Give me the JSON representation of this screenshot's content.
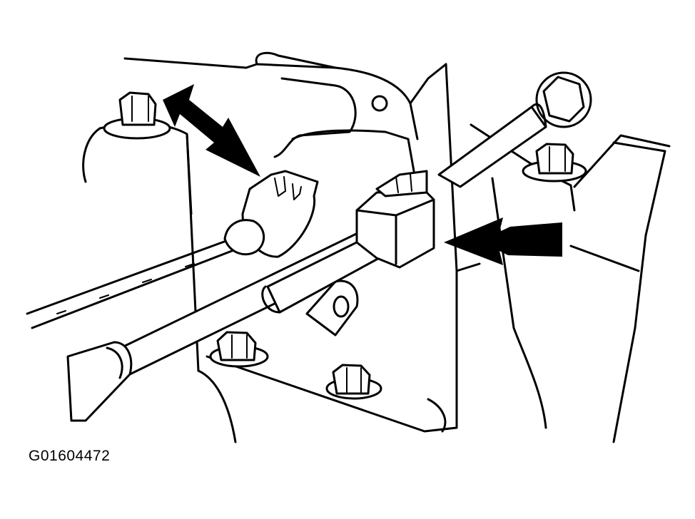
{
  "figure_id": "G01604472",
  "colors": {
    "line": "#000000",
    "background": "#ffffff"
  },
  "callouts": [
    "arrow-pointing-to-cable-end-retainer",
    "arrow-pointing-to-cable-bracket-clip"
  ]
}
